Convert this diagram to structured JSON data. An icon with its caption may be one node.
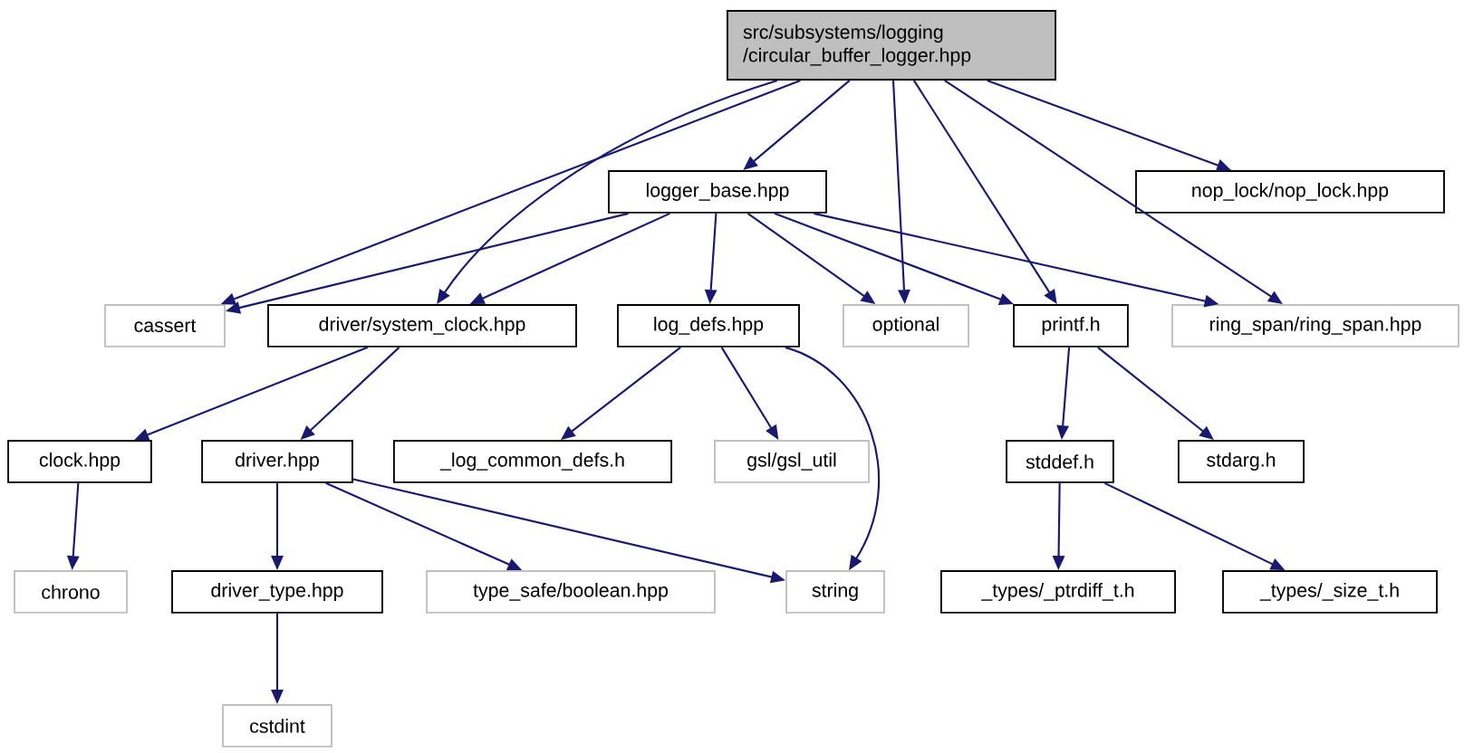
{
  "diagram": {
    "nodes": [
      {
        "text": [
          "src/subsystems/logging /circular_buffer_logger.hpp"
        ]
      },
      {
        "text": [
          "logger_base.hpp"
        ]
      },
      {
        "text": [
          "nop_lock/nop_lock.hpp"
        ]
      },
      {
        "text": [
          "cassert"
        ]
      },
      {
        "text": [
          "driver/system_clock.hpp"
        ]
      },
      {
        "text": [
          "log_defs.hpp"
        ]
      },
      {
        "text": [
          "optional"
        ]
      },
      {
        "text": [
          "printf.h"
        ]
      },
      {
        "text": [
          "ring_span/ring_span.hpp"
        ]
      },
      {
        "text": [
          "clock.hpp"
        ]
      },
      {
        "text": [
          "driver.hpp"
        ]
      },
      {
        "text": [
          "_log_common_defs.h"
        ]
      },
      {
        "text": [
          "gsl/gsl_util"
        ]
      },
      {
        "text": [
          "stddef.h"
        ]
      },
      {
        "text": [
          "stdarg.h"
        ]
      },
      {
        "text": [
          "chrono"
        ]
      },
      {
        "text": [
          "driver_type.hpp"
        ]
      },
      {
        "text": [
          "type_safe/boolean.hpp"
        ]
      },
      {
        "text": [
          "string"
        ]
      },
      {
        "text": [
          "_types/_ptrdiff_t.h"
        ]
      },
      {
        "text": [
          "_types/_size_t.h"
        ]
      },
      {
        "text": [
          "cstdint"
        ]
      }
    ],
    "edges": [
      {
        "from": 0,
        "to": 1,
        "arrow": "to"
      },
      {
        "from": 0,
        "to": 2,
        "arrow": "to"
      },
      {
        "from": 0,
        "to": 3,
        "arrow": "to"
      },
      {
        "from": 0,
        "to": 4,
        "arrow": "to"
      },
      {
        "from": 0,
        "to": 6,
        "arrow": "to"
      },
      {
        "from": 0,
        "to": 7,
        "arrow": "to"
      },
      {
        "from": 0,
        "to": 8,
        "arrow": "to"
      },
      {
        "from": 1,
        "to": 3,
        "arrow": "to"
      },
      {
        "from": 1,
        "to": 4,
        "arrow": "to"
      },
      {
        "from": 1,
        "to": 5,
        "arrow": "to"
      },
      {
        "from": 1,
        "to": 6,
        "arrow": "to"
      },
      {
        "from": 1,
        "to": 7,
        "arrow": "to"
      },
      {
        "from": 1,
        "to": 8,
        "arrow": "to"
      },
      {
        "from": 4,
        "to": 9,
        "arrow": "to"
      },
      {
        "from": 4,
        "to": 10,
        "arrow": "to"
      },
      {
        "from": 5,
        "to": 11,
        "arrow": "to"
      },
      {
        "from": 5,
        "to": 12,
        "arrow": "to"
      },
      {
        "from": 5,
        "to": 18,
        "arrow": "to"
      },
      {
        "from": 7,
        "to": 13,
        "arrow": "to"
      },
      {
        "from": 7,
        "to": 14,
        "arrow": "to"
      },
      {
        "from": 9,
        "to": 15,
        "arrow": "to"
      },
      {
        "from": 10,
        "to": 16,
        "arrow": "to"
      },
      {
        "from": 10,
        "to": 17,
        "arrow": "to"
      },
      {
        "from": 10,
        "to": 18,
        "arrow": "to"
      },
      {
        "from": 13,
        "to": 19,
        "arrow": "to"
      },
      {
        "from": 13,
        "to": 20,
        "arrow": "to"
      },
      {
        "from": 16,
        "to": 21,
        "arrow": "to"
      }
    ]
  }
}
